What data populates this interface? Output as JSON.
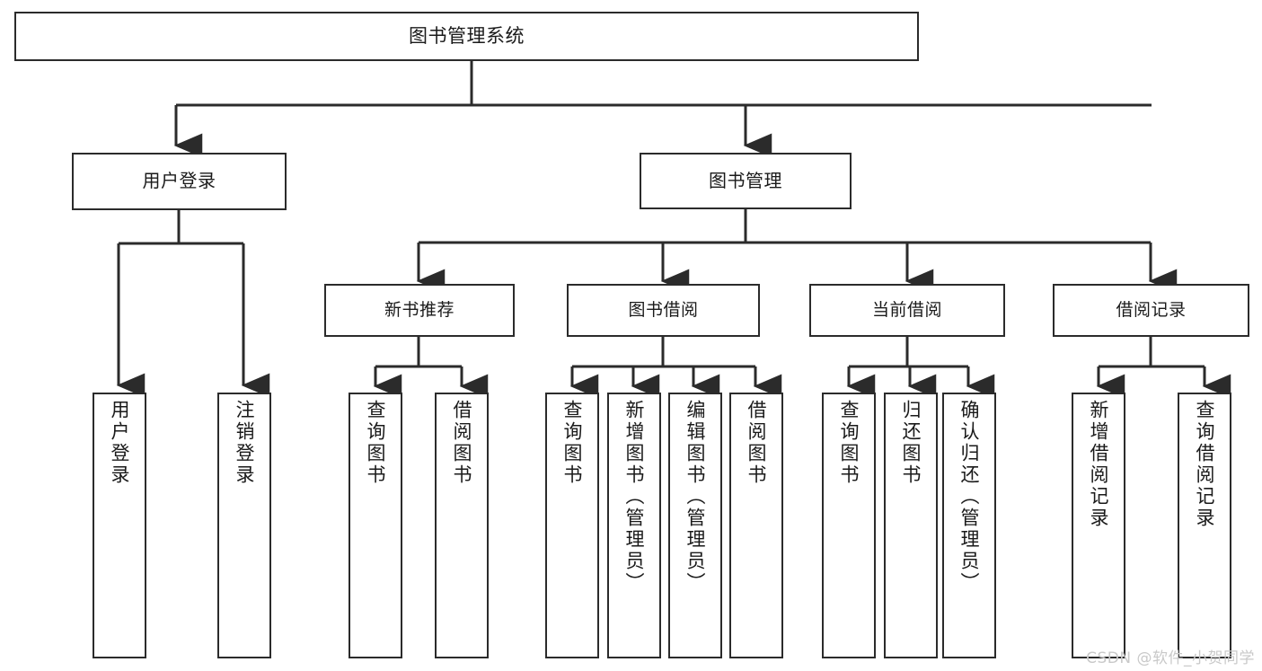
{
  "diagram": {
    "title": "图书管理系统",
    "type": "tree-hierarchy-diagram",
    "root": {
      "id": "root",
      "label": "图书管理系统"
    },
    "level2": [
      {
        "id": "user-login",
        "label": "用户登录"
      },
      {
        "id": "book-management",
        "label": "图书管理"
      }
    ],
    "level3": [
      {
        "id": "new-book-recommend",
        "label": "新书推荐",
        "parent": "book-management"
      },
      {
        "id": "book-borrow",
        "label": "图书借阅",
        "parent": "book-management"
      },
      {
        "id": "current-borrow",
        "label": "当前借阅",
        "parent": "book-management"
      },
      {
        "id": "borrow-record",
        "label": "借阅记录",
        "parent": "book-management"
      }
    ],
    "leaves": [
      {
        "id": "leaf-user-login",
        "label": "用户登录",
        "parent": "user-login"
      },
      {
        "id": "leaf-logout-login",
        "label": "注销登录",
        "parent": "user-login"
      },
      {
        "id": "leaf-query-book-1",
        "label": "查询图书",
        "parent": "new-book-recommend"
      },
      {
        "id": "leaf-borrow-book-1",
        "label": "借阅图书",
        "parent": "new-book-recommend"
      },
      {
        "id": "leaf-query-book-2",
        "label": "查询图书",
        "parent": "book-borrow"
      },
      {
        "id": "leaf-add-book",
        "label": "新增图书（管理员）",
        "parent": "book-borrow"
      },
      {
        "id": "leaf-edit-book",
        "label": "编辑图书（管理员）",
        "parent": "book-borrow"
      },
      {
        "id": "leaf-borrow-book-2",
        "label": "借阅图书",
        "parent": "book-borrow"
      },
      {
        "id": "leaf-query-book-3",
        "label": "查询图书",
        "parent": "current-borrow"
      },
      {
        "id": "leaf-return-book",
        "label": "归还图书",
        "parent": "current-borrow"
      },
      {
        "id": "leaf-confirm-return",
        "label": "确认归还（管理员）",
        "parent": "current-borrow"
      },
      {
        "id": "leaf-add-record",
        "label": "新增借阅记录",
        "parent": "borrow-record"
      },
      {
        "id": "leaf-query-record",
        "label": "查询借阅记录",
        "parent": "borrow-record"
      }
    ]
  },
  "watermark": {
    "text": "CSDN @软件_小贺同学"
  },
  "colors": {
    "stroke": "#2b2b2b",
    "background": "#ffffff",
    "text": "#1a1a1a",
    "watermark": "#c9c9c9"
  }
}
